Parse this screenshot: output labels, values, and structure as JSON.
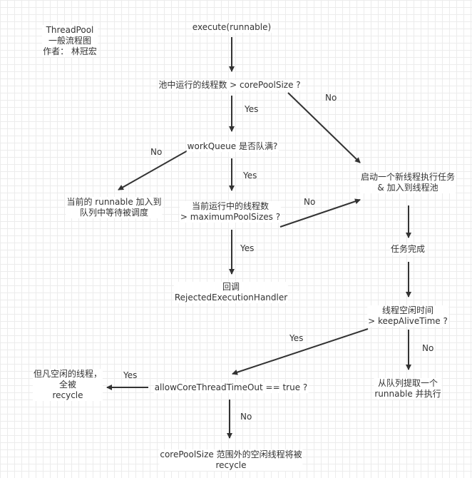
{
  "title": {
    "line1": "ThreadPool",
    "line2": "一般流程图",
    "line3": "作者： 林冠宏"
  },
  "nodes": {
    "execute": "execute(runnable)",
    "check_core": "池中运行的线程数 > corePoolSize ?",
    "queue_full": "workQueue 是否队满?",
    "enqueue": [
      "当前的 runnable 加入到",
      "队列中等待被调度"
    ],
    "check_max": [
      "当前运行中的线程数",
      "> maximumPoolSizes ?"
    ],
    "reject": [
      "回调",
      "RejectedExecutionHandler"
    ],
    "start_thread": [
      "启动一个新线程执行任务",
      "& 加入到线程池"
    ],
    "task_done": "任务完成",
    "idle_check": [
      "线程空闲时间",
      "> keepAliveTime ?"
    ],
    "fetch_queue": [
      "从队列提取一个",
      "runnable 并执行"
    ],
    "allow_core": "allowCoreThreadTimeOut == true ?",
    "recycle_all": [
      "但凡空闲的线程，",
      "全被",
      "recycle"
    ],
    "recycle_extra": [
      "corePoolSize 范围外的空闲线程将被",
      "recycle"
    ]
  },
  "edge_labels": {
    "core_yes": "Yes",
    "core_no": "No",
    "queue_yes": "Yes",
    "queue_no": "No",
    "max_no": "No",
    "max_yes": "Yes",
    "idle_yes": "Yes",
    "idle_no": "No",
    "allow_yes": "Yes",
    "allow_no": "No"
  },
  "colors": {
    "arrow": "#333333",
    "grid": "#ececec",
    "text": "#333333"
  }
}
